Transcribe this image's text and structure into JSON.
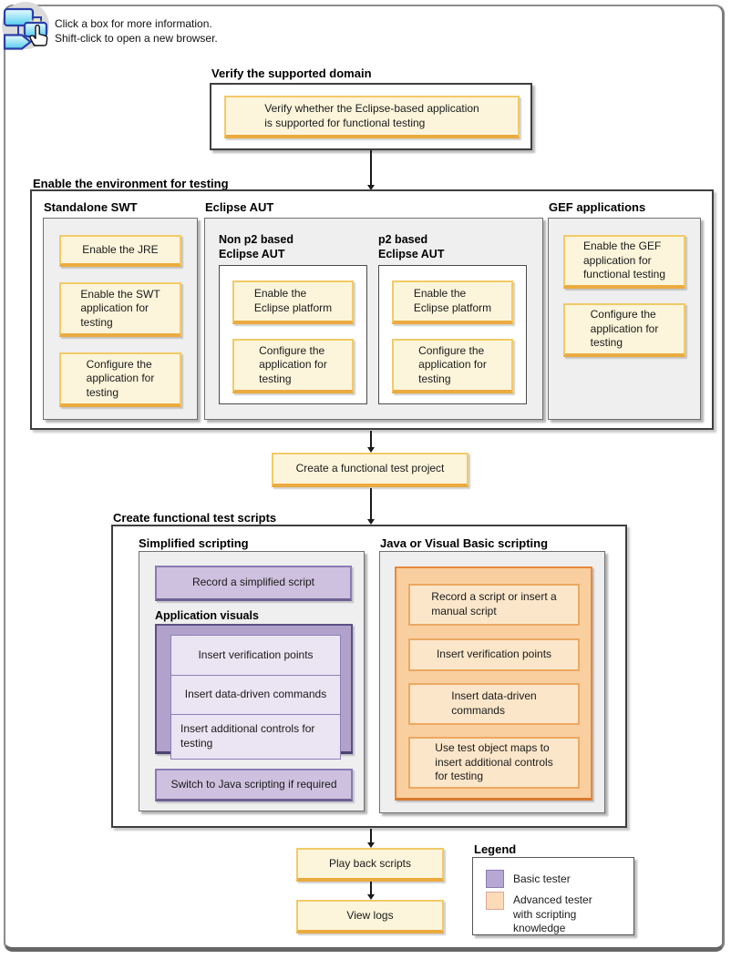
{
  "note": {
    "line1": "Click a box for more information.",
    "line2": "Shift-click to open a new browser."
  },
  "verify": {
    "title": "Verify the supported domain",
    "button": "Verify whether the Eclipse-based application\nis supported for functional testing"
  },
  "enable": {
    "title": "Enable the environment for testing",
    "swt": {
      "title": "Standalone SWT",
      "buttons": [
        "Enable the JRE",
        "Enable the SWT\napplication for\ntesting",
        "Configure the\napplication for\ntesting"
      ]
    },
    "eclipse": {
      "title": "Eclipse AUT",
      "nonp2": {
        "title": "Non p2 based\nEclipse AUT",
        "buttons": [
          "Enable the\nEclipse platform",
          "Configure the\napplication for\ntesting"
        ]
      },
      "p2": {
        "title": "p2 based\nEclipse AUT",
        "buttons": [
          "Enable the\nEclipse platform",
          "Configure the\napplication for\ntesting"
        ]
      }
    },
    "gef": {
      "title": "GEF applications",
      "buttons": [
        "Enable the GEF\napplication for\nfunctional testing",
        "Configure the\napplication for\ntesting"
      ]
    }
  },
  "create_project": {
    "button": "Create a functional test project"
  },
  "scripts": {
    "title": "Create functional test scripts",
    "simplified": {
      "title": "Simplified scripting",
      "record": "Record a simplified script",
      "visuals_title": "Application visuals",
      "visuals": [
        "Insert verification points",
        "Insert data-driven commands",
        "Insert additional controls\nfor testing"
      ],
      "switch": "Switch to Java scripting if required"
    },
    "java": {
      "title": "Java or Visual Basic scripting",
      "buttons": [
        "Record a script or insert a\nmanual script",
        "Insert verification points",
        "Insert data-driven\ncommands",
        "Use test object maps to\ninsert additional controls\nfor testing"
      ]
    }
  },
  "playback": {
    "button": "Play back scripts"
  },
  "logs": {
    "button": "View logs"
  },
  "legend": {
    "title": "Legend",
    "items": [
      {
        "label": "Basic tester",
        "color": "#b7a7d3"
      },
      {
        "label": "Advanced tester\nwith scripting\nknowledge",
        "color": "#fbdcb7"
      }
    ]
  },
  "colors": {
    "action_yellow": "#fcf5db",
    "action_yellow_border": "#ebab3f",
    "basic_purple": "#cec1df",
    "basic_purple_dark": "#b0a2cb",
    "advanced_orange": "#f9cfa0",
    "advanced_orange_light": "#fbe6c9"
  }
}
